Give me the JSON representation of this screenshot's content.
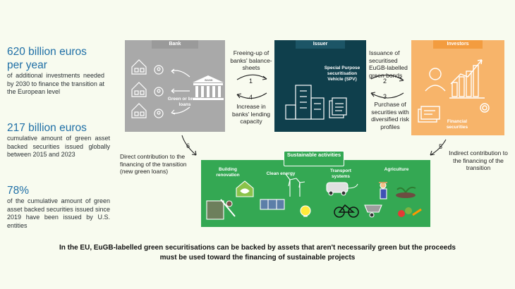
{
  "stats": [
    {
      "big_line1": "620 billion euros",
      "big_line2": "per year",
      "text": "of additional investments needed by 2030 to finance the transition at the European level"
    },
    {
      "big_line1": "217 billion euros",
      "text": "cumulative amount of green asset backed securities issued globally between 2015 and 2023"
    },
    {
      "big_line1": "78%",
      "text": "of the cumulative amount of green asset backed securities issued since 2019 have been issued by U.S. entities"
    }
  ],
  "bank": {
    "title": "Bank",
    "building_label": "BANK",
    "loans_label": "Green or brown loans"
  },
  "issuer": {
    "title": "Issuer",
    "spv_label": "Special Purpose securitisation Vehicle (SPV)"
  },
  "investors": {
    "title": "Investors",
    "securities_label": "Financial securities"
  },
  "flows": [
    {
      "num": "1",
      "label": "Freeing-up of banks' balance-sheets"
    },
    {
      "num": "4",
      "label": "Increase in banks' lending capacity"
    },
    {
      "num": "2",
      "label": "Issuance of securitised EuGB-labelled green bonds"
    },
    {
      "num": "3",
      "label": "Purchase of securities with diversified risk profiles"
    },
    {
      "num": "6",
      "label": "Direct contribution to the financing of the transition (new green loans)"
    },
    {
      "num": "5",
      "label": "Indirect contribution to the financing of the transition"
    }
  ],
  "sustainable": {
    "title": "Sustainable activities",
    "categories": [
      "Building renovation",
      "Clean energy",
      "Transport systems",
      "Agriculture"
    ]
  },
  "footer": "In the EU, EuGB-labelled green securitisations can be backed by assets that aren't necessarily green but the proceeds must be used toward the financing of sustainable projects",
  "colors": {
    "bank": "#a9a9a9",
    "issuer": "#0f3f4c",
    "investors": "#f7b46a",
    "sustainable": "#34a853",
    "stat_blue": "#1f6fa6"
  }
}
